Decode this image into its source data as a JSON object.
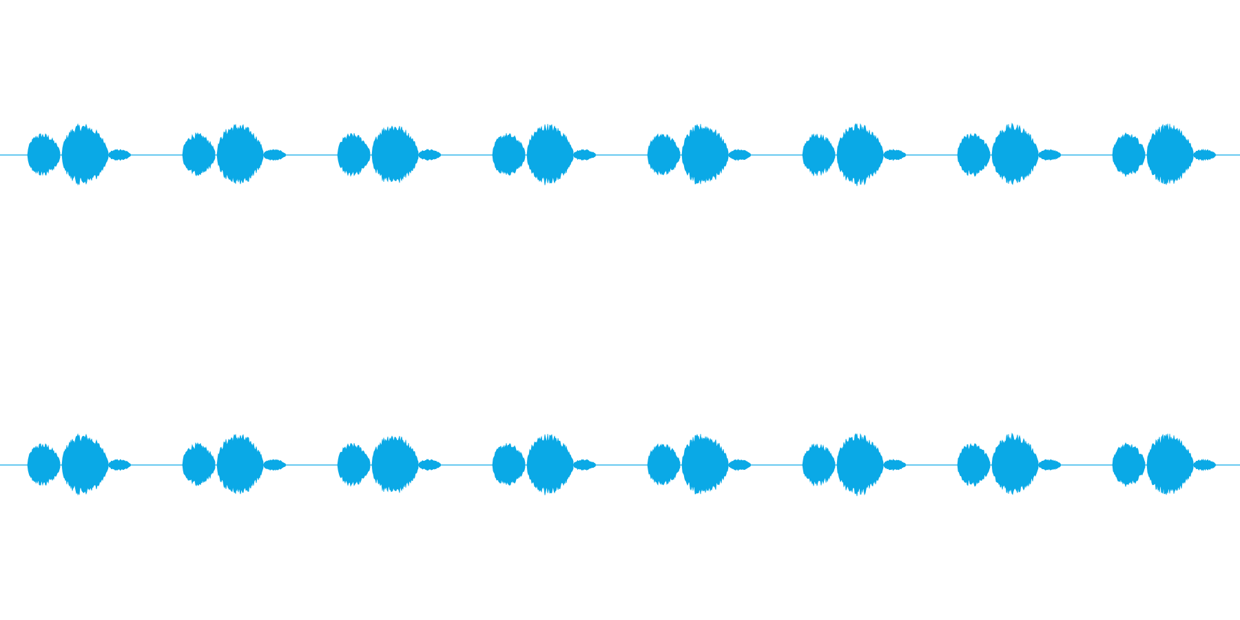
{
  "waveform": {
    "colors": {
      "background": "#ffffff",
      "wave": "#0aa9e6"
    },
    "channels": [
      {
        "name": "channel-left"
      },
      {
        "name": "channel-right"
      }
    ],
    "pattern": {
      "repeat_count": 8,
      "bursts": [
        {
          "start": 0.0,
          "end": 0.095,
          "amplitude": 0.7
        },
        {
          "start": 0.1,
          "end": 0.235,
          "amplitude": 1.0
        },
        {
          "start": 0.235,
          "end": 0.3,
          "amplitude": 0.18
        }
      ]
    }
  }
}
